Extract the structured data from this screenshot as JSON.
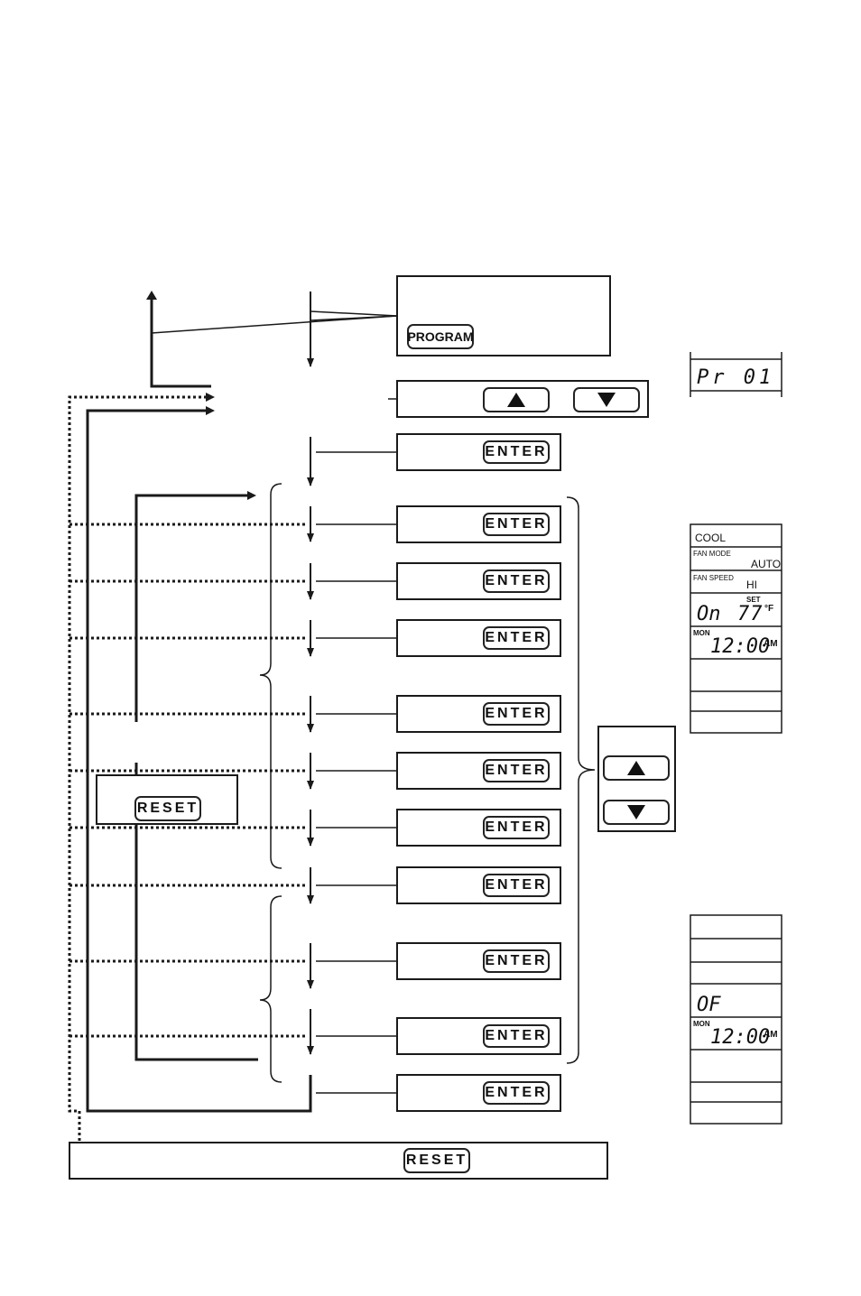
{
  "buttons": {
    "program": "PROGRAM",
    "enter": "ENTER",
    "reset": "RESET"
  },
  "icons": {
    "up": "up-triangle-icon",
    "down": "down-triangle-icon"
  },
  "display_pr": {
    "text": "Pr 01"
  },
  "display_cool": {
    "mode": "COOL",
    "fan_mode_label": "FAN MODE",
    "fan_mode_value": "AUTO",
    "fan_speed_label": "FAN SPEED",
    "fan_speed_value": "HI",
    "set_label": "SET",
    "state": "On",
    "temperature": "77",
    "unit": "°F",
    "day": "MON",
    "time": "12:00",
    "ampm": "AM"
  },
  "display_off": {
    "state": "OF",
    "day": "MON",
    "time": "12:00",
    "ampm": "AM"
  },
  "colors": {
    "line": "#1a1a1a",
    "background": "#ffffff"
  }
}
